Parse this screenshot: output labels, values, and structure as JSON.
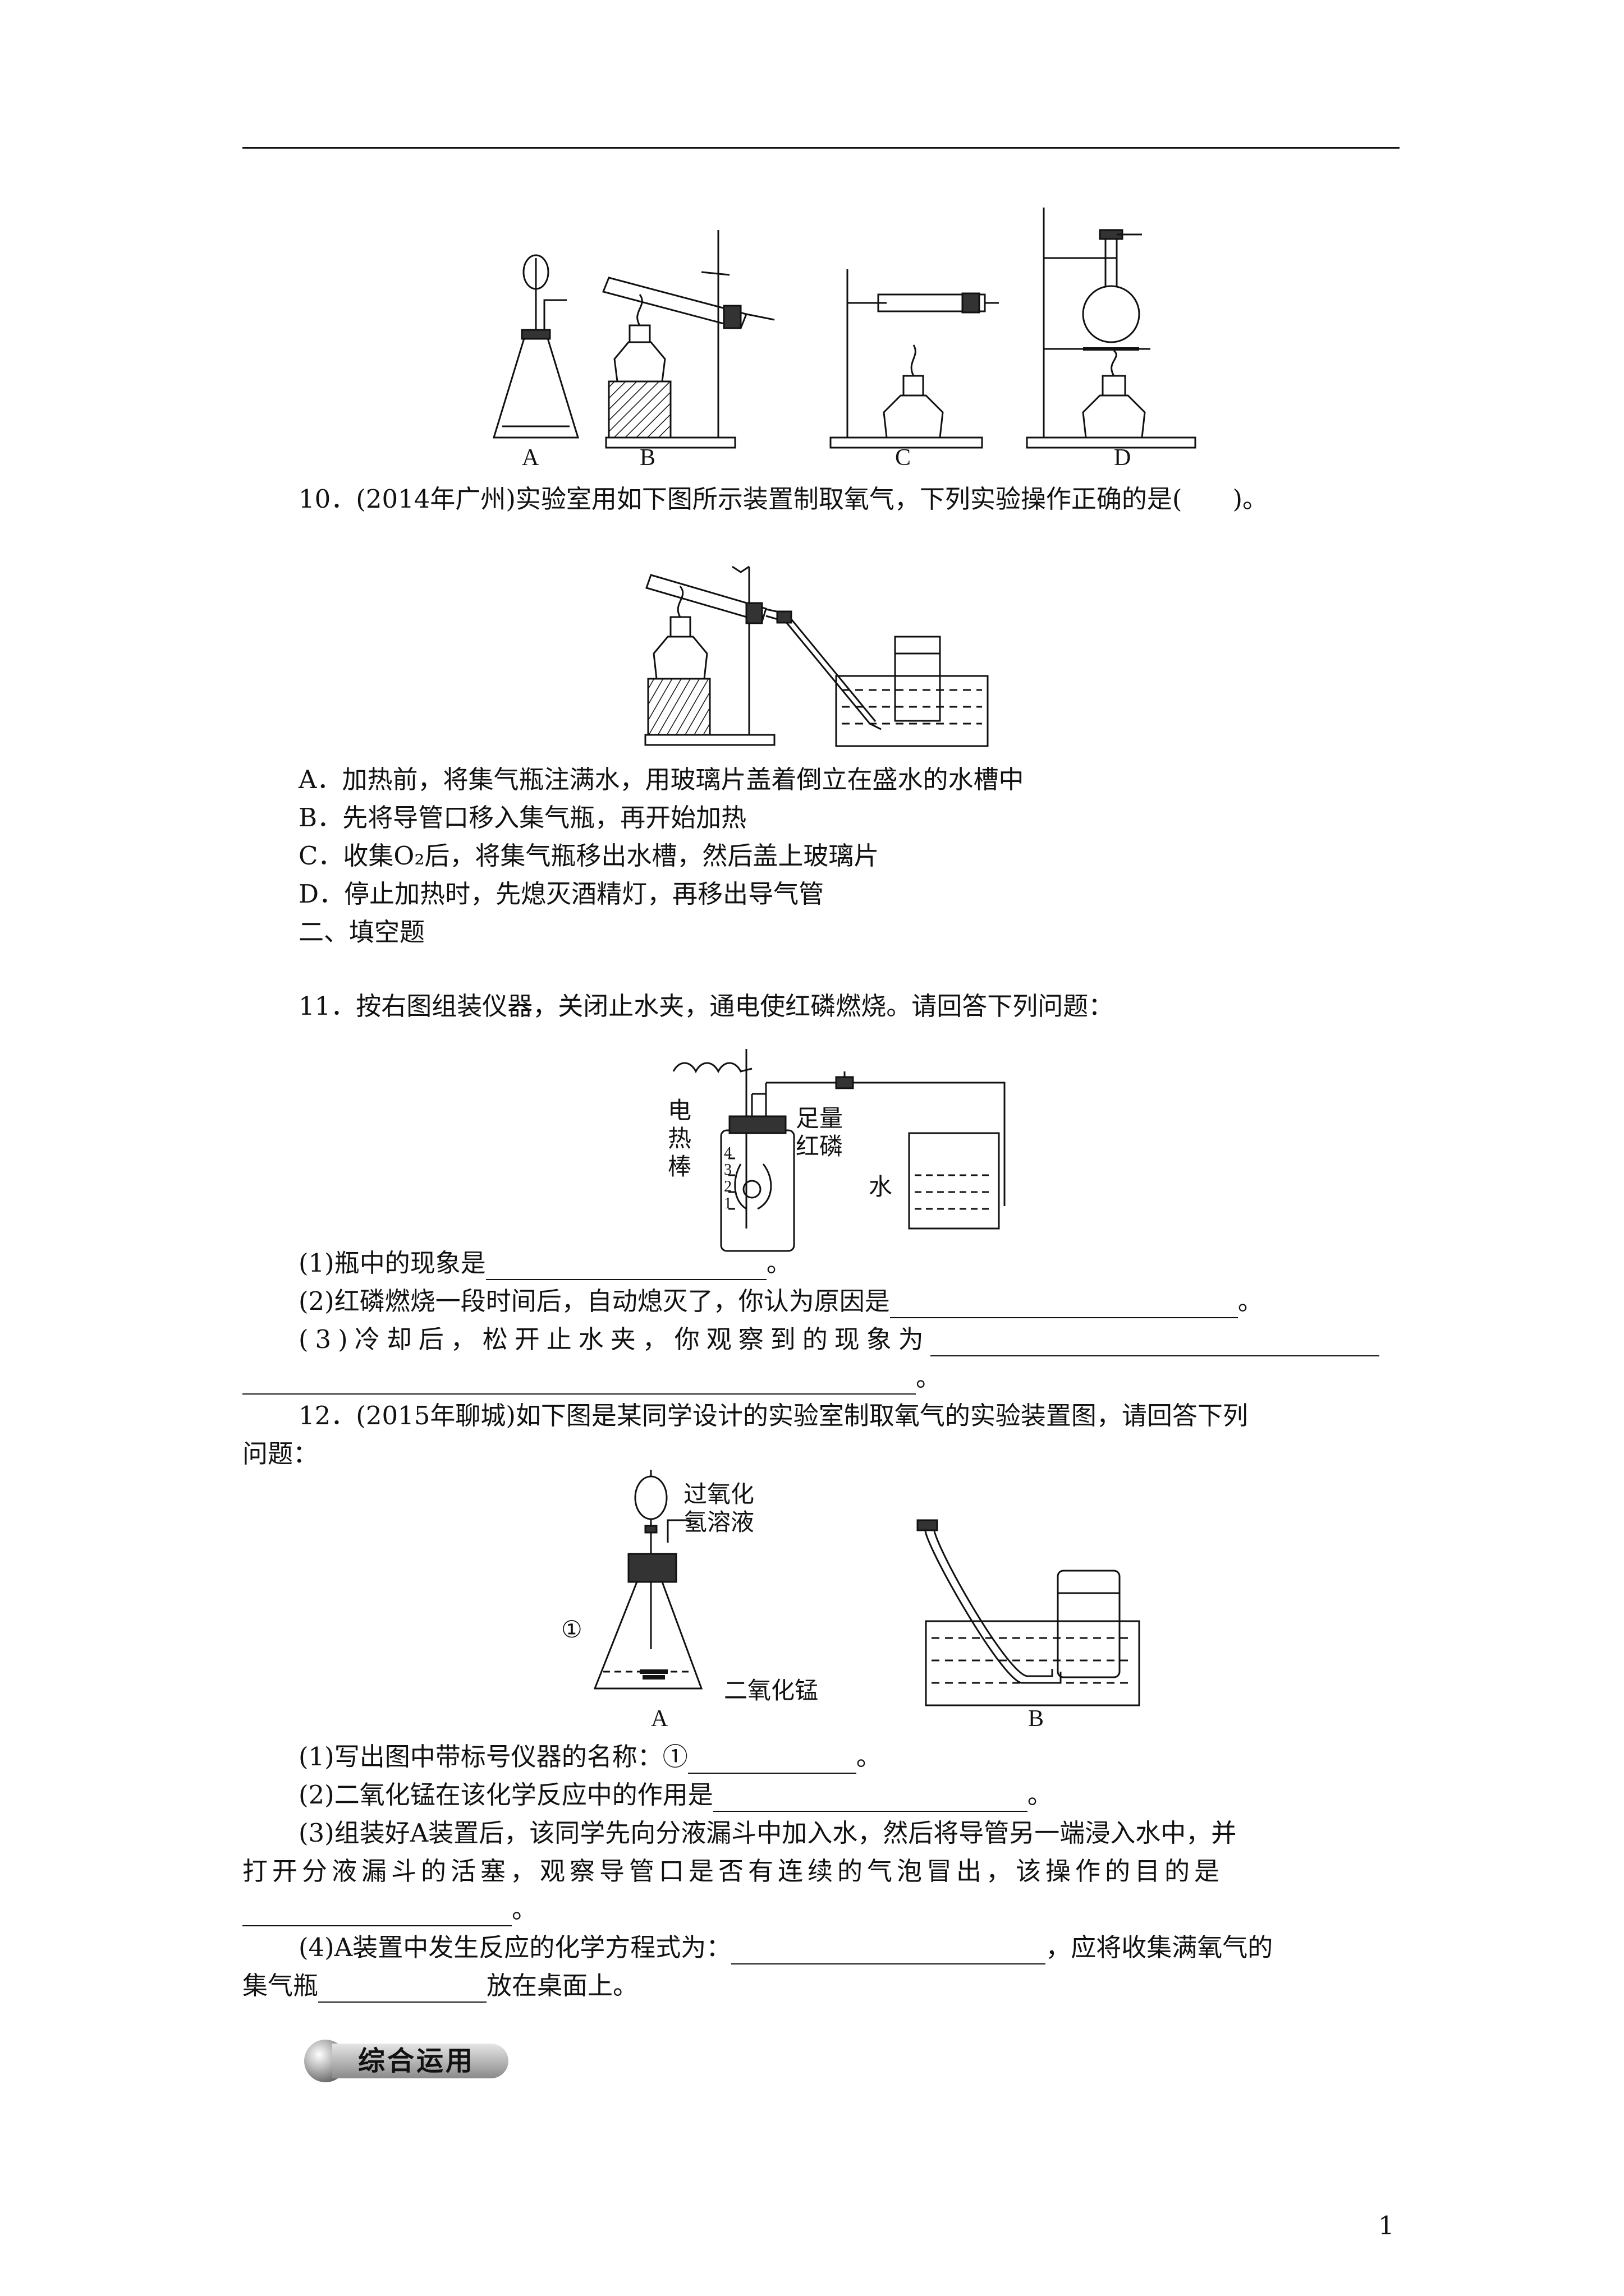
{
  "page": {
    "number": "1"
  },
  "fig_top": {
    "labels": [
      "A",
      "B",
      "C",
      "D"
    ]
  },
  "q10": {
    "stem": "10．(2014年广州)实验室用如下图所示装置制取氧气，下列实验操作正确的是(　　)。",
    "options": [
      "A．加热前，将集气瓶注满水，用玻璃片盖着倒立在盛水的水槽中",
      "B．先将导管口移入集气瓶，再开始加热",
      "C．收集O₂后，将集气瓶移出水槽，然后盖上玻璃片",
      "D．停止加热时，先熄灭酒精灯，再移出导气管"
    ]
  },
  "section2": {
    "title": "二、填空题"
  },
  "q11": {
    "stem": "11．按右图组装仪器，关闭止水夹，通电使红磷燃烧。请回答下列问题：",
    "fig": {
      "rod_label": [
        "电",
        "热",
        "棒"
      ],
      "phosphorus_label": [
        "足量",
        "红磷"
      ],
      "water_label": "水",
      "scale": [
        "4",
        "3",
        "2",
        "1"
      ]
    },
    "sub": [
      {
        "prefix": "(1)瓶中的现象是",
        "suffix": "。"
      },
      {
        "prefix": "(2)红磷燃烧一段时间后，自动熄灭了，你认为原因是",
        "suffix": "。"
      },
      {
        "prefix": "(3)冷却后，松开止水夹，你观察到的现象为",
        "suffix": "。"
      }
    ]
  },
  "q12": {
    "stem_line1": "12．(2015年聊城)如下图是某同学设计的实验室制取氧气的实验装置图，请回答下列",
    "stem_line2": "问题：",
    "fig": {
      "h2o2_label": [
        "过氧化",
        "氢溶液"
      ],
      "mno2_label": "二氧化锰",
      "marker": "①",
      "labels": [
        "A",
        "B"
      ]
    },
    "sub1": {
      "prefix": "(1)写出图中带标号仪器的名称：①",
      "suffix": "。"
    },
    "sub2": {
      "prefix": "(2)二氧化锰在该化学反应中的作用是",
      "suffix": "。"
    },
    "sub3": {
      "line1": "(3)组装好A装置后，该同学先向分液漏斗中加入水，然后将导管另一端浸入水中，并",
      "line2": "打开分液漏斗的活塞，观察导管口是否有连续的气泡冒出，该操作的目的是",
      "suffix": "。"
    },
    "sub4": {
      "line1_prefix": "(4)A装置中发生反应的化学方程式为：",
      "line1_suffix": "，应将收集满氧气的",
      "line2_prefix": "集气瓶",
      "line2_suffix": "放在桌面上。"
    }
  },
  "section3": {
    "title": "综合运用"
  }
}
